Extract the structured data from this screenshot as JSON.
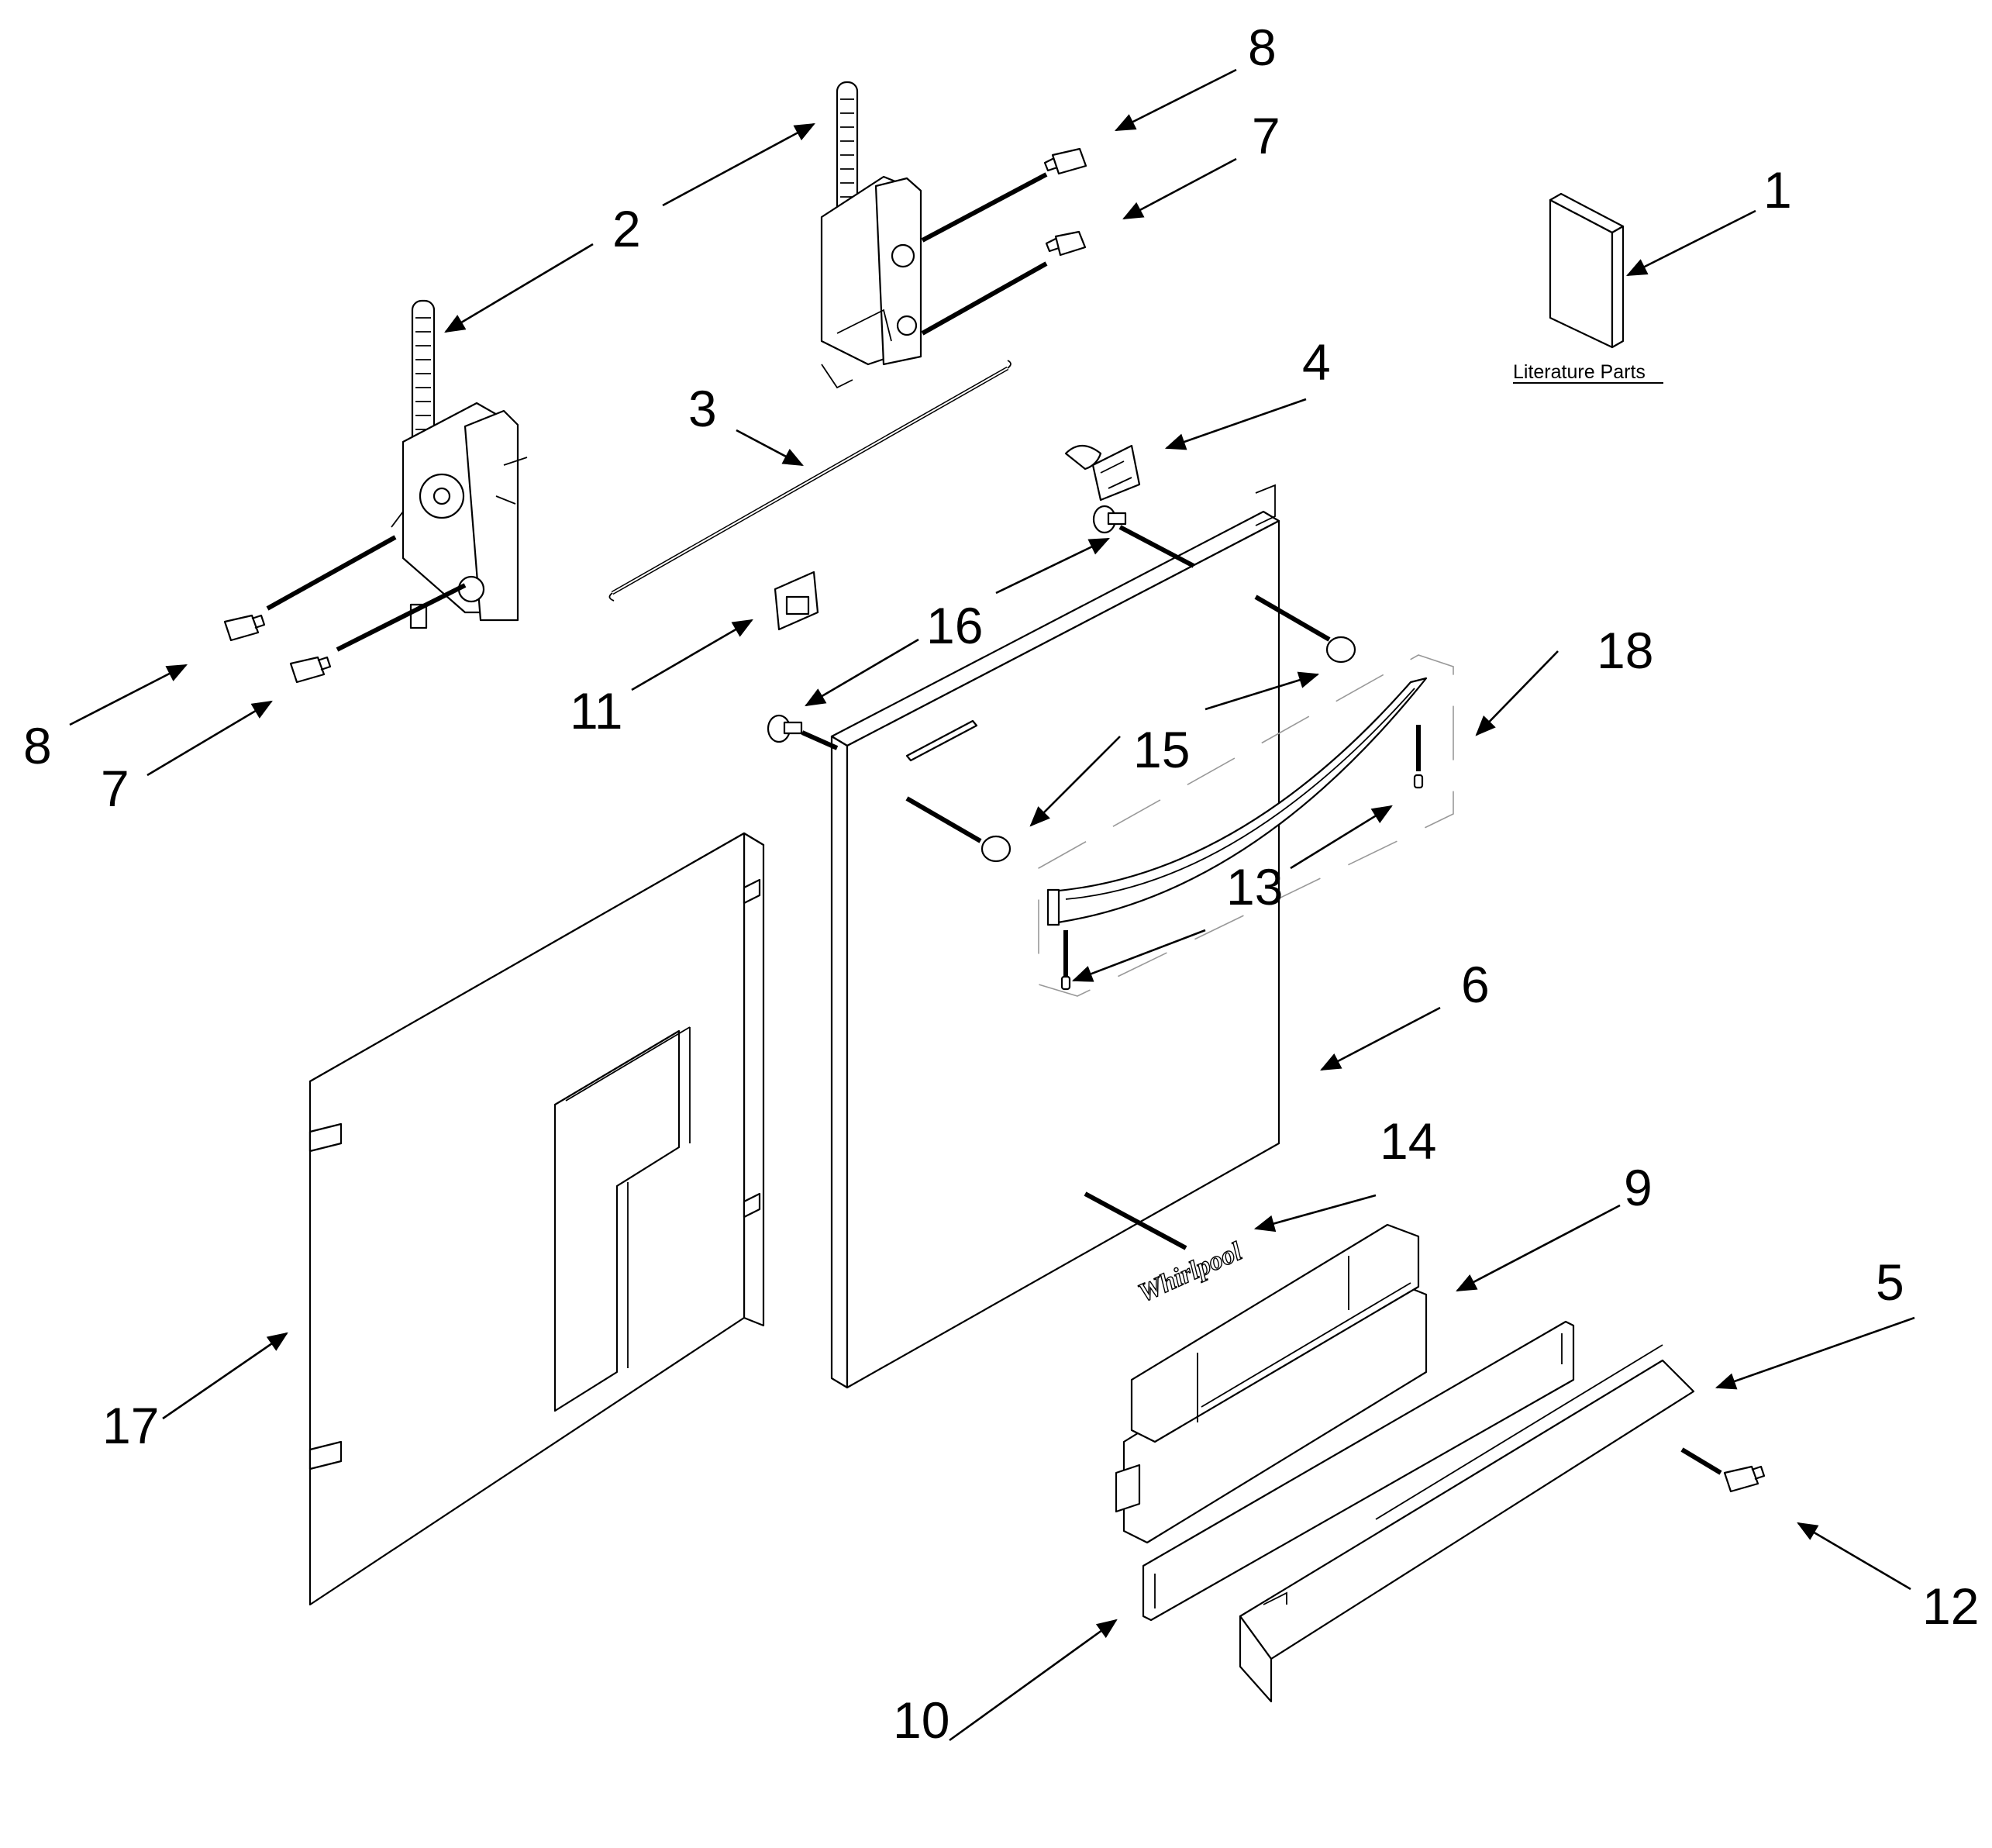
{
  "diagram": {
    "literature_label": "Literature Parts",
    "logo_text": "Whirlpool",
    "callouts": [
      "1",
      "2",
      "3",
      "4",
      "5",
      "6",
      "7",
      "7",
      "8",
      "8",
      "9",
      "10",
      "11",
      "12",
      "13",
      "13",
      "14",
      "15",
      "15",
      "16",
      "16",
      "17",
      "18"
    ]
  }
}
